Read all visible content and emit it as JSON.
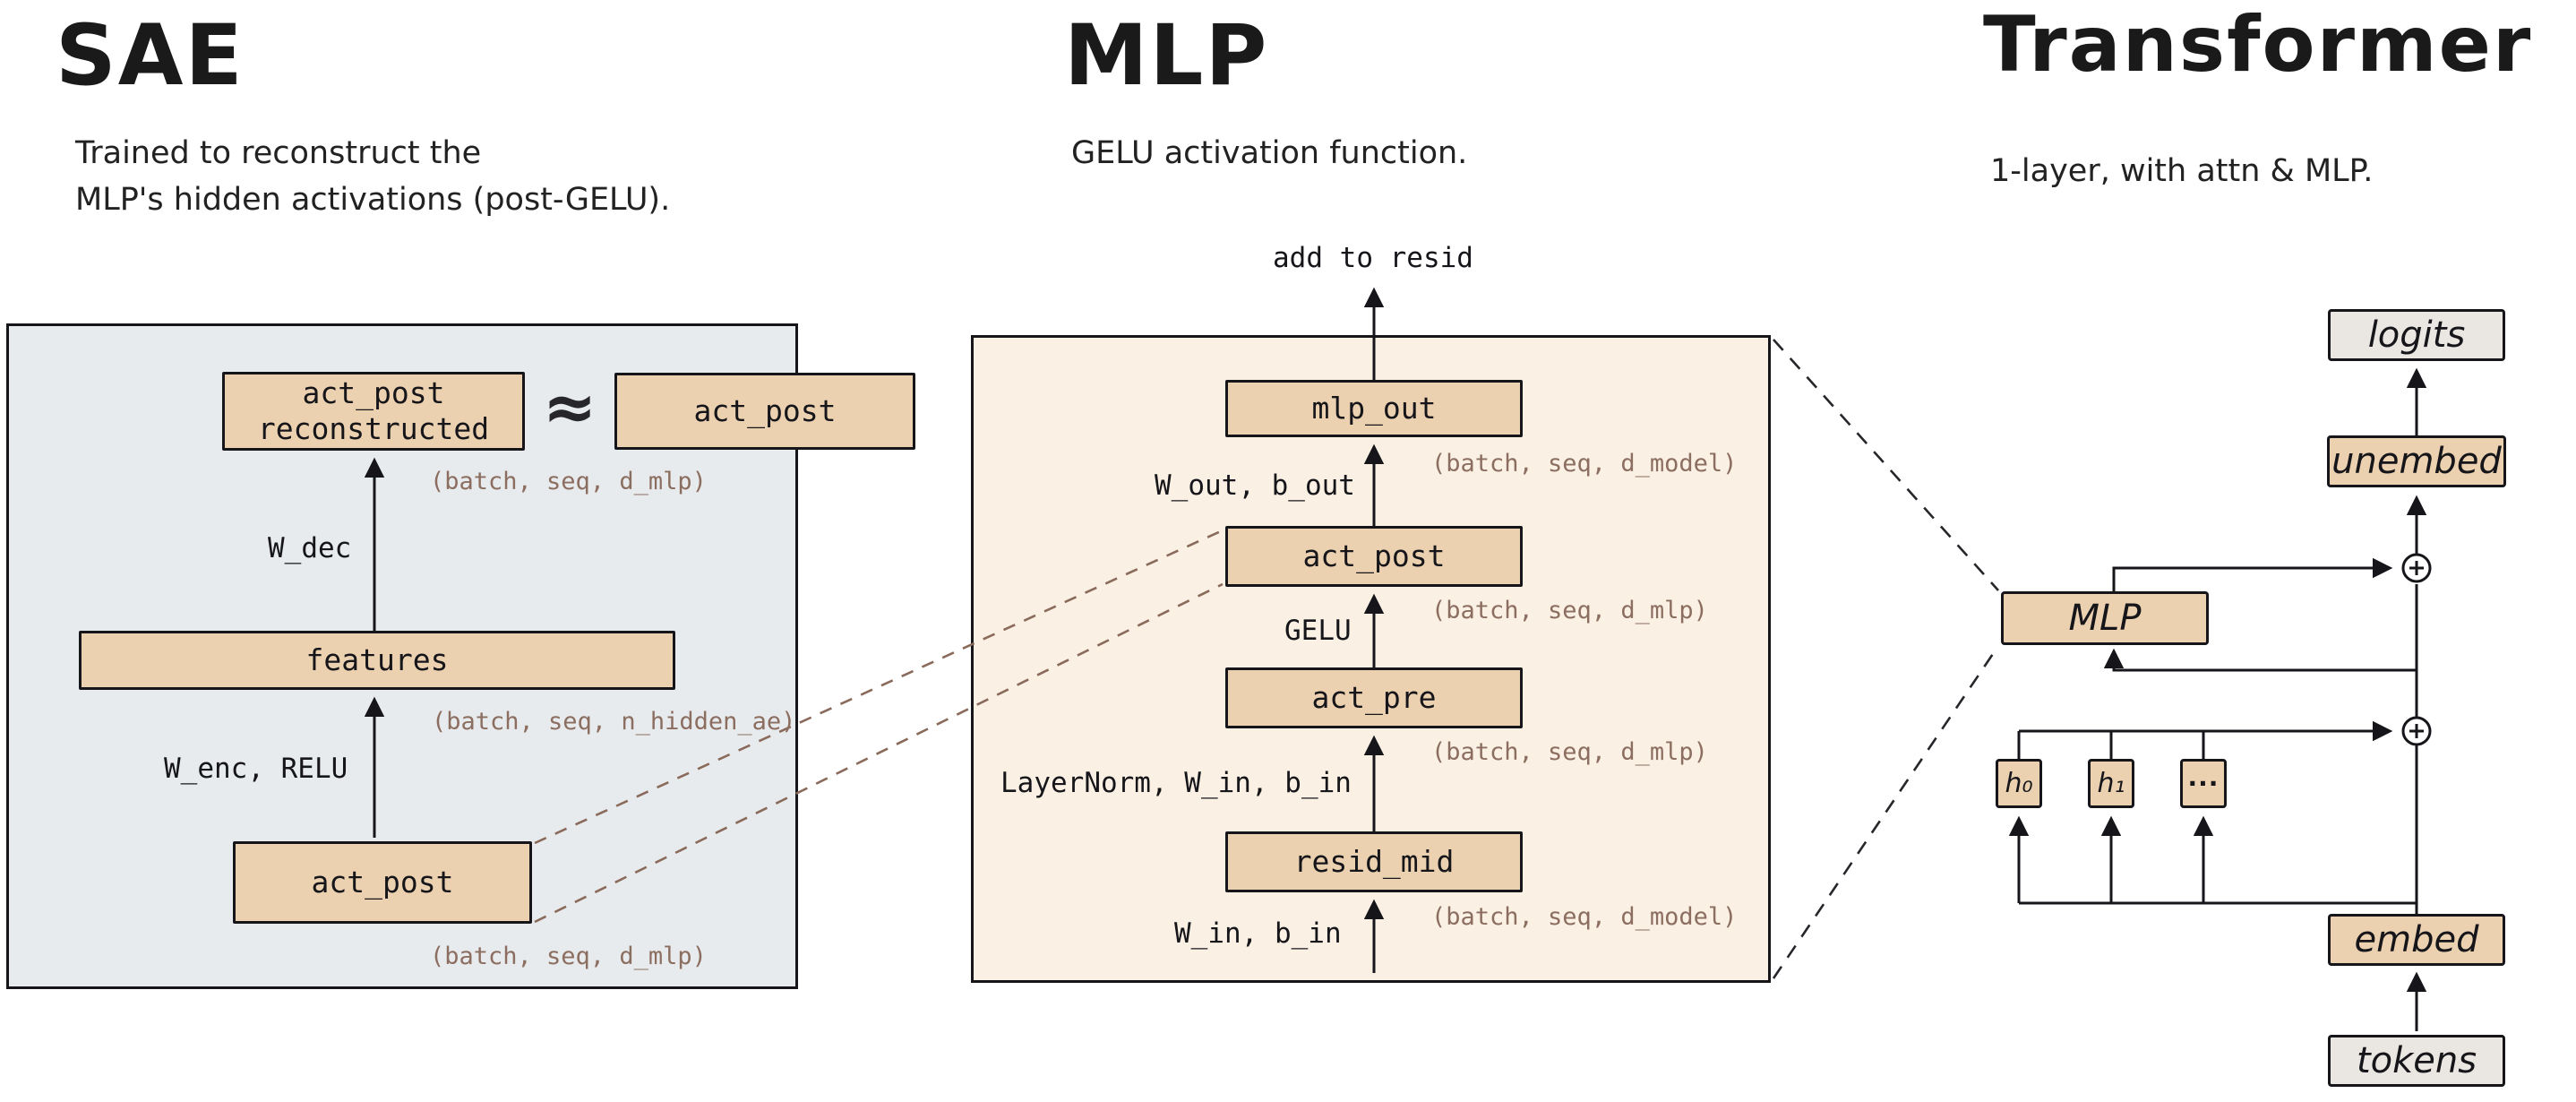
{
  "colors": {
    "box_tan": "#ebd1b0",
    "box_gray": "#eae7e2",
    "panel_sae_bg": "#e8ebee",
    "panel_mlp_bg": "#faf0e4",
    "annotation": "#8c6e60",
    "link_brown": "#8a6a5a",
    "ink": "#15151a"
  },
  "sae": {
    "title": "SAE",
    "subtitle": [
      "Trained to reconstruct the",
      "MLP's hidden activations (post-GELU)."
    ],
    "box_act_post_reconstructed": [
      "act_post",
      "reconstructed"
    ],
    "approx_symbol": "≈",
    "box_act_post_target": "act_post",
    "ann_top": "(batch, seq, d_mlp)",
    "label_w_dec": "W_dec",
    "box_features": "features",
    "ann_features": "(batch, seq, n_hidden_ae)",
    "label_w_enc_relu": "W_enc, RELU",
    "box_act_post_input": "act_post",
    "ann_bottom": "(batch, seq, d_mlp)"
  },
  "mlp": {
    "title": "MLP",
    "subtitle": "GELU activation function.",
    "label_add_to_resid": "add to resid",
    "box_mlp_out": "mlp_out",
    "ann_mlp_out": "(batch, seq, d_model)",
    "label_w_out_b_out": "W_out, b_out",
    "box_act_post": "act_post",
    "ann_act_post": "(batch, seq, d_mlp)",
    "label_gelu": "GELU",
    "box_act_pre": "act_pre",
    "ann_act_pre": "(batch, seq, d_mlp)",
    "label_layernorm_w_in_b_in": "LayerNorm, W_in, b_in",
    "box_resid_mid": "resid_mid",
    "ann_resid_mid": "(batch, seq, d_model)",
    "label_w_in_b_in": "W_in, b_in"
  },
  "transformer": {
    "title": "Transformer",
    "subtitle": "1-layer, with attn & MLP.",
    "box_logits": "logits",
    "box_unembed": "unembed",
    "box_mlp": "MLP",
    "heads": [
      "h₀",
      "h₁",
      "..."
    ],
    "box_embed": "embed",
    "box_tokens": "tokens"
  }
}
